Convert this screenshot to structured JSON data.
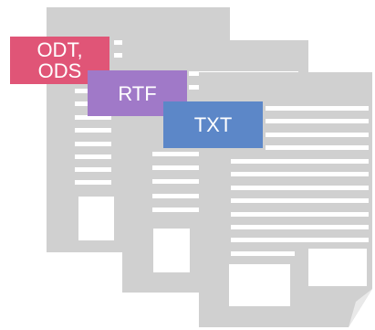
{
  "labels": {
    "odt_line1": "ODT,",
    "odt_line2": "ODS",
    "rtf": "RTF",
    "txt": "TXT"
  },
  "colors": {
    "odt": "#e05577",
    "rtf": "#a079c8",
    "txt": "#5c87c8",
    "page_gray": "#d0d0d0",
    "line_white": "#ffffff"
  }
}
